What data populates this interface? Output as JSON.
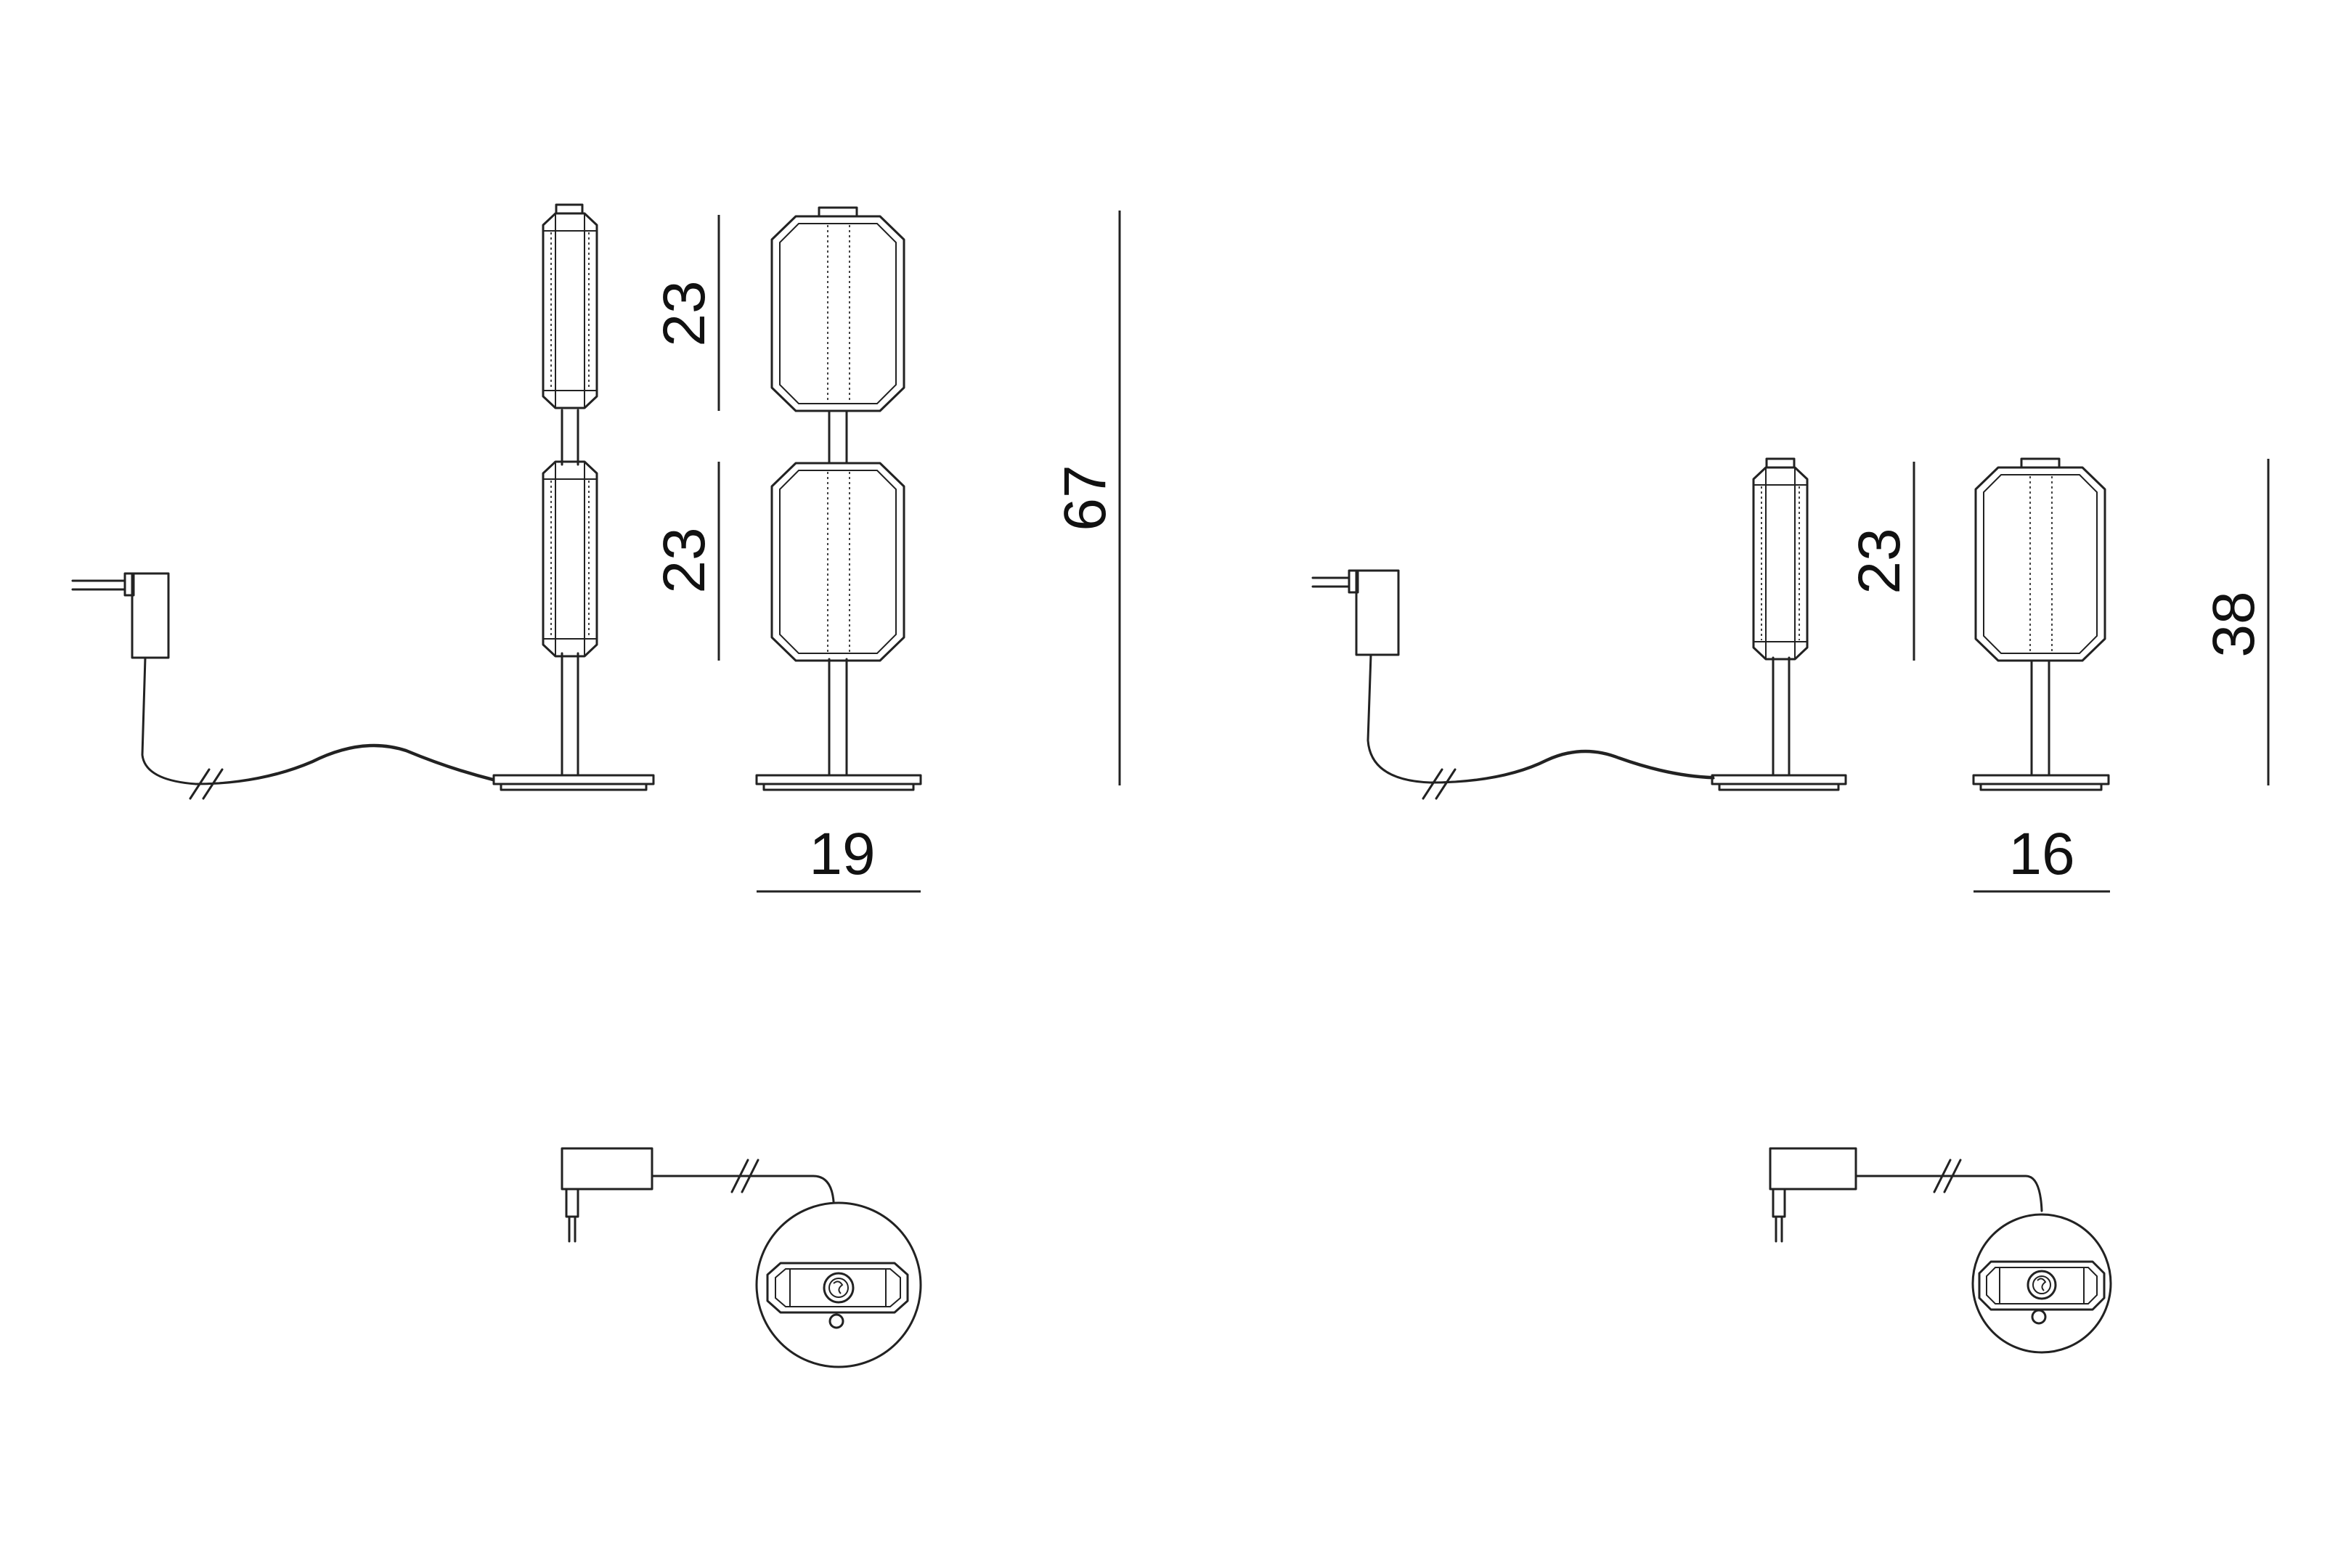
{
  "drawing": {
    "large_lamp": {
      "shade_height_top": "23",
      "shade_height_bottom": "23",
      "total_height": "67",
      "base_width": "19"
    },
    "small_lamp": {
      "shade_height": "23",
      "total_height": "38",
      "base_width": "16"
    }
  }
}
